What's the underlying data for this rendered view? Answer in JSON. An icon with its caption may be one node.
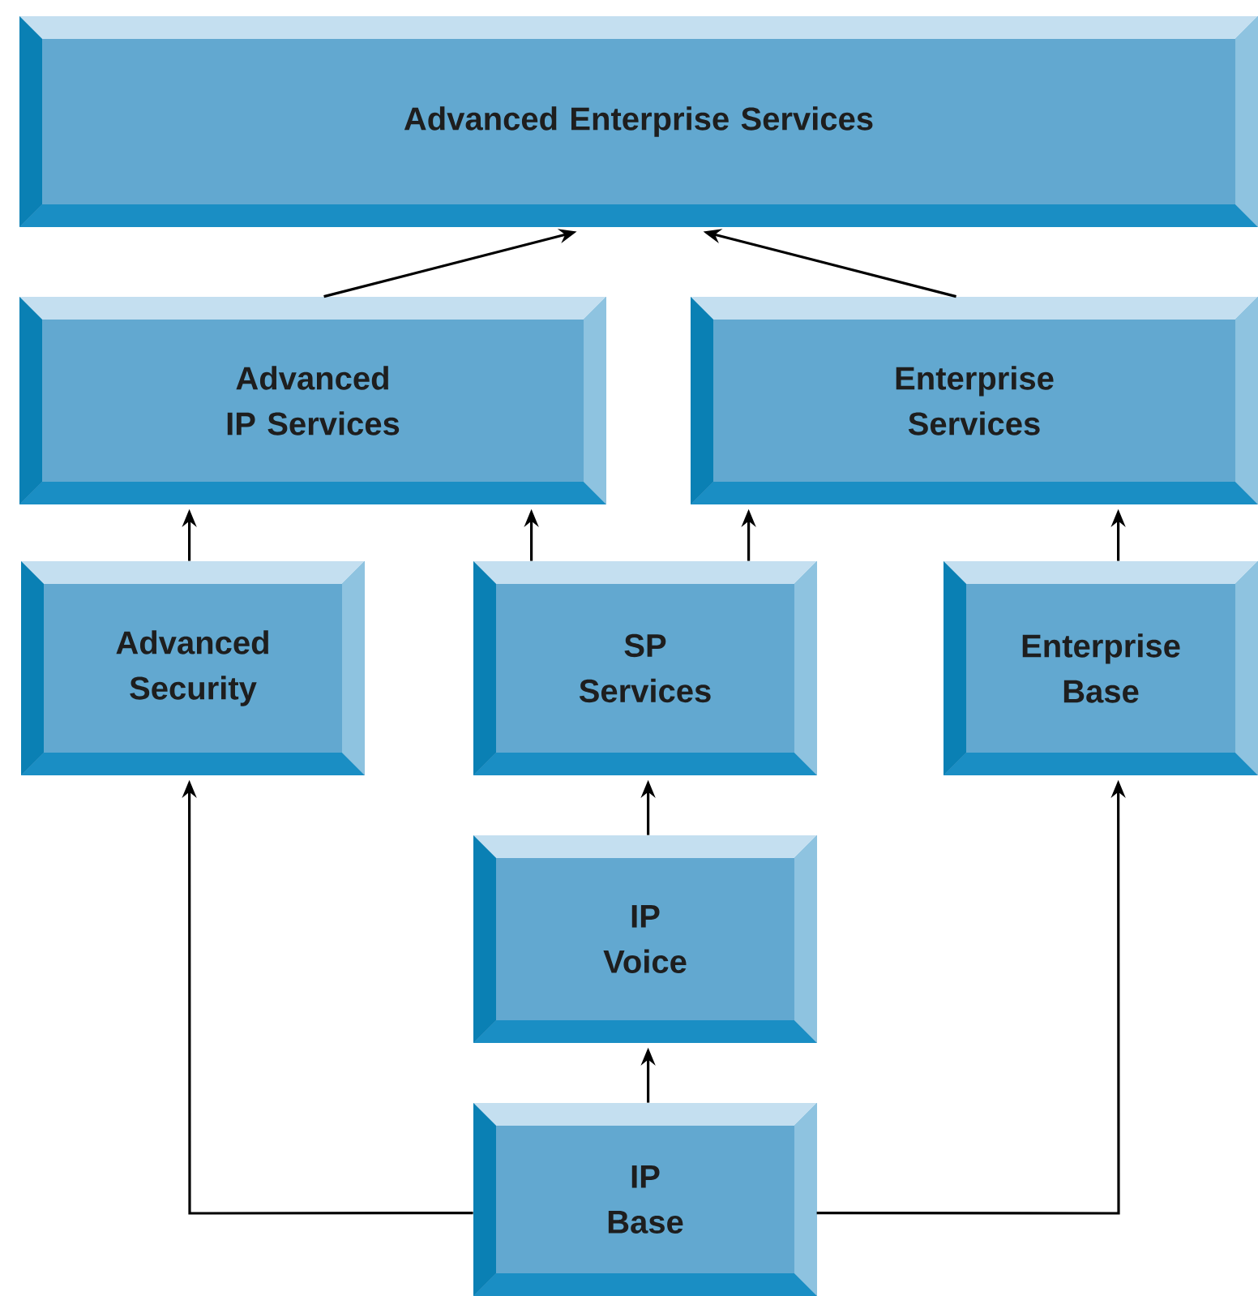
{
  "diagram": {
    "nodes": [
      {
        "text": [
          "Advanced Enterprise Services"
        ]
      },
      {
        "text": [
          "Advanced IP Services"
        ]
      },
      {
        "text": [
          "Enterprise Services"
        ]
      },
      {
        "text": [
          "Advanced Security"
        ]
      },
      {
        "text": [
          "SP Services"
        ]
      },
      {
        "text": [
          "Enterprise Base"
        ]
      },
      {
        "text": [
          "IP Voice"
        ]
      },
      {
        "text": [
          "IP Base"
        ]
      }
    ],
    "edges": [
      {
        "from": 1,
        "to": 0,
        "arrow": "to"
      },
      {
        "from": 2,
        "to": 0,
        "arrow": "to"
      },
      {
        "from": 3,
        "to": 1,
        "arrow": "to"
      },
      {
        "from": 4,
        "to": 1,
        "arrow": "to"
      },
      {
        "from": 4,
        "to": 2,
        "arrow": "to"
      },
      {
        "from": 5,
        "to": 2,
        "arrow": "to"
      },
      {
        "from": 6,
        "to": 4,
        "arrow": "to"
      },
      {
        "from": 7,
        "to": 6,
        "arrow": "to"
      },
      {
        "from": 7,
        "to": 3,
        "arrow": "to"
      },
      {
        "from": 7,
        "to": 5,
        "arrow": "to"
      }
    ]
  }
}
